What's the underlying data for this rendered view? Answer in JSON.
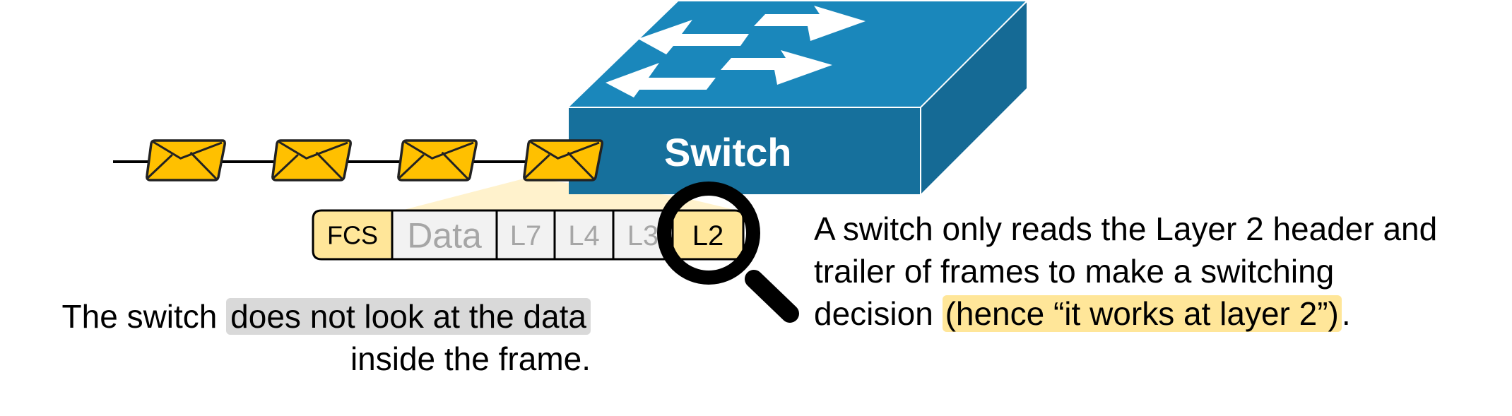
{
  "switch": {
    "label": "Switch",
    "colors": {
      "top": "#1a87bb",
      "front": "#16709c",
      "side": "#156a95",
      "arrows": "#ffffff"
    }
  },
  "link": {
    "envelope_count": 4,
    "envelope_color": "#ffc000"
  },
  "frame": {
    "fields": [
      {
        "label": "FCS",
        "style": "highlighted"
      },
      {
        "label": "Data",
        "style": "dimmed"
      },
      {
        "label": "L7",
        "style": "dimmed"
      },
      {
        "label": "L4",
        "style": "dimmed"
      },
      {
        "label": "L3",
        "style": "dimmed"
      },
      {
        "label": "L2",
        "style": "highlighted"
      }
    ],
    "highlight_color": "#ffe699",
    "dimmed_color": "#f2f2f2",
    "dimmed_text_color": "#a6a6a6"
  },
  "magnifier_icon": "magnifying-glass",
  "left_caption": {
    "plain": "The switch ",
    "highlighted": "does not look at the data",
    "line2": "inside the frame."
  },
  "right_caption": {
    "line1": "A switch only reads the Layer 2 header and",
    "line2": "trailer of frames to make a switching",
    "line3_plain": "decision ",
    "line3_highlighted": "(hence “it works at layer 2”)",
    "line3_end": "."
  }
}
